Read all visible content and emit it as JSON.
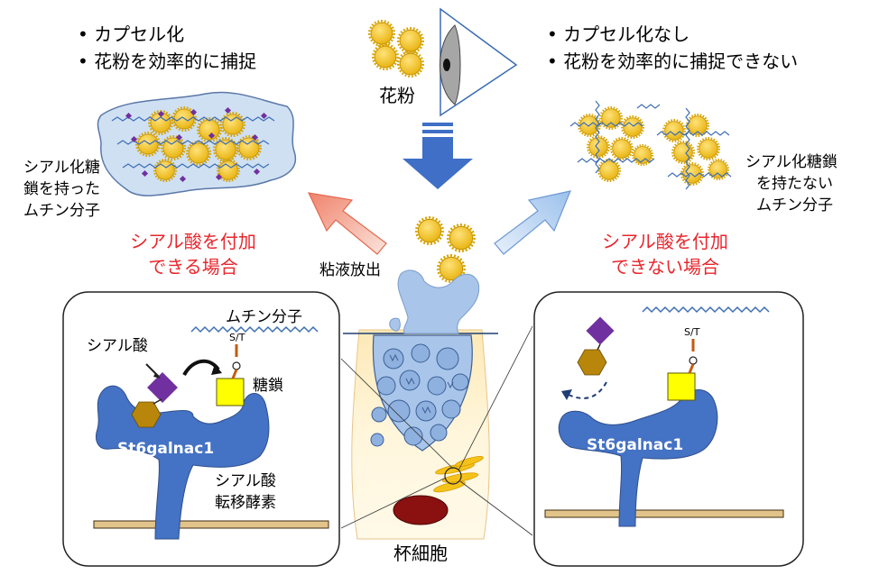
{
  "left_bullets": [
    "カプセル化",
    "花粉を効率的に捕捉"
  ],
  "right_bullets": [
    "カプセル化なし",
    "花粉を効率的に捕捉できない"
  ],
  "pollen_label": "花粉",
  "left_mucin_label": [
    "シアル化糖",
    "鎖を持った",
    "ムチン分子"
  ],
  "right_mucin_label": [
    "シアル化糖鎖",
    "を持たない",
    "ムチン分子"
  ],
  "left_condition": [
    "シアル酸を付加",
    "できる場合"
  ],
  "right_condition": [
    "シアル酸を付加",
    "できない場合"
  ],
  "secretion_label": "粘液放出",
  "cell_label": "杯細胞",
  "left_panel": {
    "mucin_label": "ムチン分子",
    "sialic_acid_label": "シアル酸",
    "glycan_label": "糖鎖",
    "st_label": "S/T",
    "o_label": "O",
    "enzyme_name": "St6galnac1",
    "enzyme_label": [
      "シアル酸",
      "転移酵素"
    ]
  },
  "right_panel": {
    "st_label": "S/T",
    "o_label": "O",
    "enzyme_name": "St6galnac1"
  },
  "colors": {
    "pollen": "#f2c320",
    "sialic": "#7030a0",
    "hexagon": "#b8860b",
    "glycan": "#ffff00",
    "enzyme": "#4472c4",
    "mucus": "#a9c6ea",
    "red_text": "#e8262d"
  }
}
